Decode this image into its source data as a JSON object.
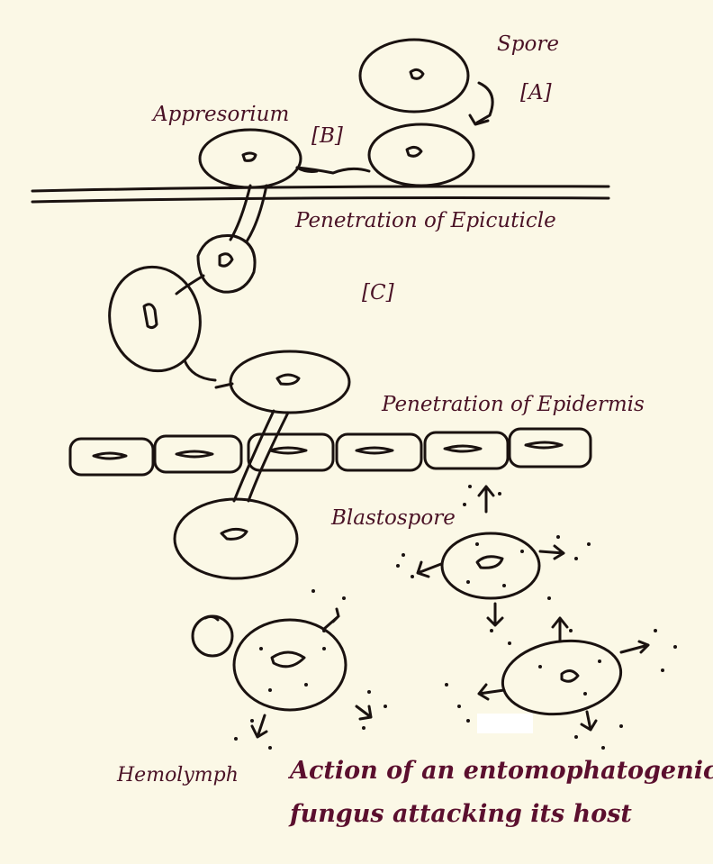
{
  "labels": {
    "spore": "Spore",
    "step_a": "[A]",
    "appresorium": "Appresorium",
    "step_b": "[B]",
    "epicuticle": "Penetration of Epicuticle",
    "step_c": "[C]",
    "epidermis": "Penetration of Epidermis",
    "blastospore": "Blastospore",
    "hemolymph": "Hemolymph"
  },
  "title": {
    "line1": "Action of an entomophatogenic",
    "line2": "fungus attacking its host"
  },
  "colors": {
    "background": "#fbf8e6",
    "ink": "#1a1210",
    "label": "#4a1226",
    "title": "#5b0f2e"
  }
}
